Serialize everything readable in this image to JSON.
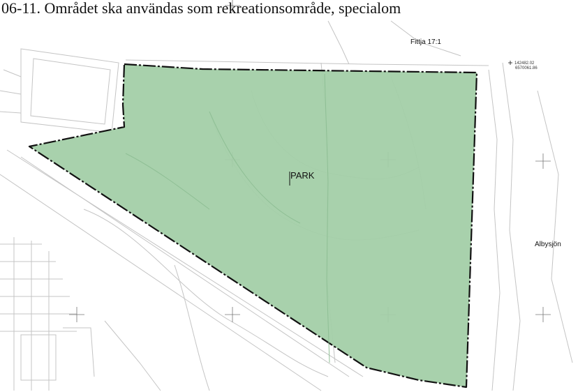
{
  "caption": "06-11. Området ska användas som rekreationsområde, specialom",
  "labels": {
    "park": "PARK",
    "property": "Fittja 17:1",
    "lake": "Albysjön"
  },
  "coordinate": {
    "x": "142482.02",
    "y": "6570061.86"
  },
  "colors": {
    "park_fill": "#a3cfa8",
    "boundary": "#111111",
    "base_lines": "#c4c4c4"
  },
  "icons": [
    "survey-cross-icon",
    "cursor-icon"
  ]
}
